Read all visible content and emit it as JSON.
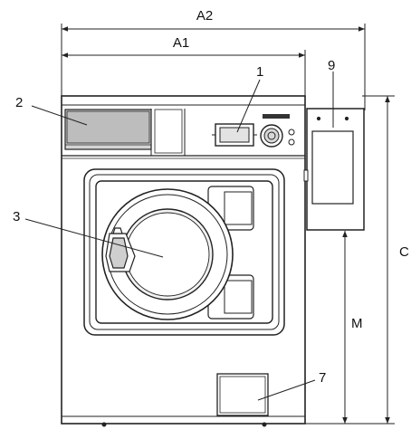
{
  "dimensions": {
    "a2": "A2",
    "a1": "A1",
    "c": "C",
    "m": "M"
  },
  "callouts": {
    "c1": "1",
    "c2": "2",
    "c3": "3",
    "c7": "7",
    "c9": "9"
  },
  "colors": {
    "line": "#222222",
    "fill_panel": "#cfcfcf",
    "fill_light": "#ececec"
  }
}
